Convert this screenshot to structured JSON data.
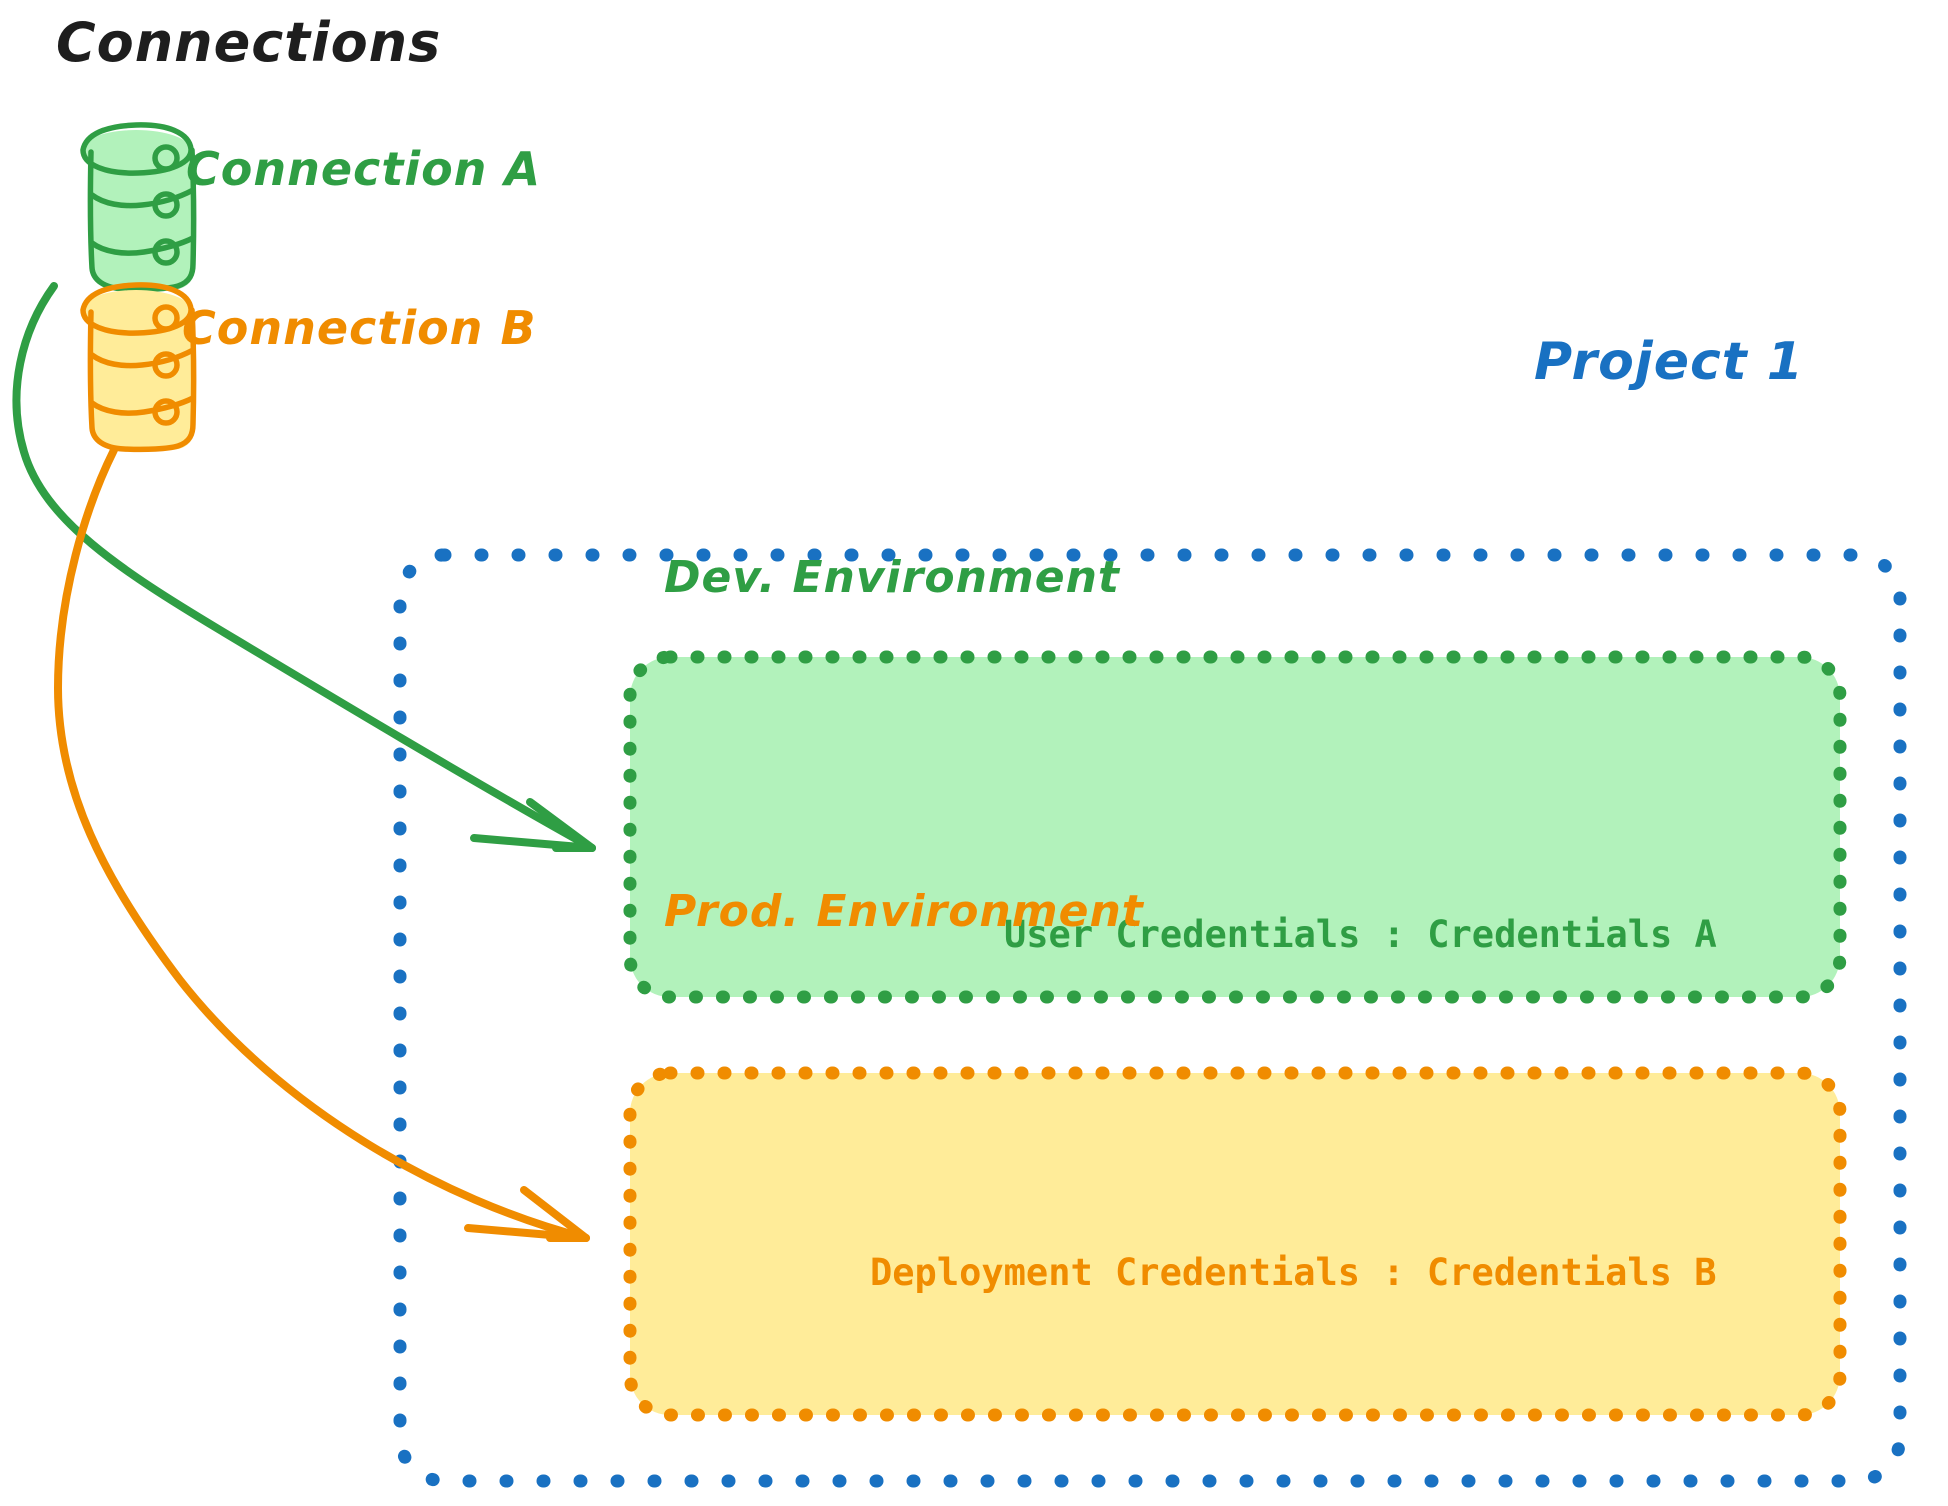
{
  "diagram": {
    "type": "architecture-diagram",
    "background": "#ffffff",
    "title": "Connections"
  },
  "palette": {
    "black": "#1e1e1e",
    "green_stroke": "#2f9e44",
    "green_fill": "#b2f2bb",
    "orange_stroke": "#f08c00",
    "orange_fill": "#ffec99",
    "blue_stroke": "#1971c2"
  },
  "connections": {
    "heading": "Connections",
    "items": [
      {
        "label": "Connection A",
        "color": "#2f9e44",
        "icon": "database-cylinder-icon",
        "targets_to": "Dev. Environment"
      },
      {
        "label": "Connection B",
        "color": "#f08c00",
        "icon": "database-cylinder-icon",
        "targets_to": "Prod. Environment"
      }
    ]
  },
  "project": {
    "title": "Project 1",
    "color": "#1971c2",
    "border_style": "dotted",
    "environments": [
      {
        "name": "Dev. Environment",
        "color": "#2f9e44",
        "fill": "#b2f2bb",
        "credential_key": "User Credentials",
        "credential_separator": ":",
        "credential_value": "Credentials A",
        "credential_line": "User Credentials : Credentials A"
      },
      {
        "name": "Prod. Environment",
        "color": "#f08c00",
        "fill": "#ffec99",
        "credential_key": "Deployment Credentials",
        "credential_separator": ":",
        "credential_value": "Credentials B",
        "credential_line": "Deployment Credentials : Credentials B"
      }
    ]
  },
  "arrows": [
    {
      "name": "connection-a-to-dev",
      "from": "Connection A",
      "to": "Dev. Environment",
      "color": "#2f9e44"
    },
    {
      "name": "connection-b-to-prod",
      "from": "Connection B",
      "to": "Prod. Environment",
      "color": "#f08c00"
    }
  ]
}
